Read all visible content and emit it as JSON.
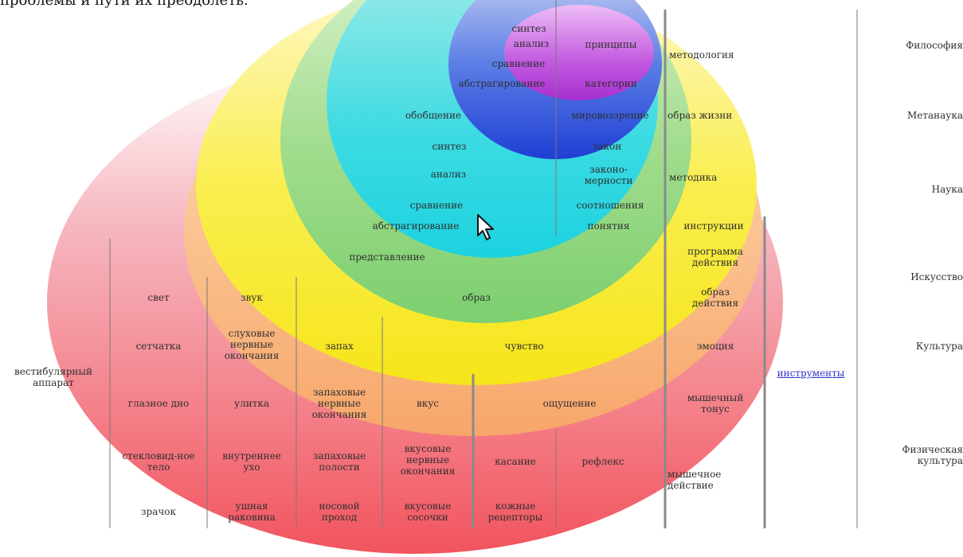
{
  "top_text": "проблемы и пути их преодолеть.",
  "inner_left": [
    "синтез",
    "анализ",
    "сравнение",
    "абстрагирование"
  ],
  "inner_right": [
    "принципы",
    "категории"
  ],
  "mid_left": [
    "обобщение",
    "синтез",
    "анализ",
    "сравнение",
    "абстрагирование"
  ],
  "mid_right": [
    "мировоззрение",
    "закон",
    "законо-\nмерности",
    "соотношения",
    "понятия"
  ],
  "representation": "представление",
  "image": "образ",
  "feeling": "чувство",
  "sensation": "ощущение",
  "reflex": "рефлекс",
  "touch": "касание",
  "right_col1": [
    "методология",
    "образ жизни",
    "методика",
    "инструкции",
    "программа\nдействия",
    "образ\nдействия",
    "эмоция",
    "мышечный\nтонус",
    "мышечное\nдействие"
  ],
  "levels": [
    "Философия",
    "Метанаука",
    "Наука",
    "Искусство",
    "Культура",
    "Физическая\nкультура"
  ],
  "tools_link": "инструменты",
  "vestibular": "вестибулярный\nаппарат",
  "sight": [
    "свет",
    "сетчатка",
    "глазное дно",
    "стекловид-ное\nтело",
    "зрачок"
  ],
  "hearing": [
    "звук",
    "слуховые\nнервные\nокончания",
    "улитка",
    "внутреннее\nухо",
    "ушная\nраковина"
  ],
  "smell": [
    "запах",
    "запаховые\nнервные\nокончания",
    "запаховые\nполости",
    "носовой\nпроход"
  ],
  "taste": [
    "вкус",
    "вкусовые\nнервные\nокончания",
    "вкусовые\nсосочки"
  ],
  "skin": "кожные\nрецепторы",
  "colors": {
    "red": "#f2545e",
    "orange": "#f7a66a",
    "yellow": "#f6ea1a",
    "green": "#7ccf6e",
    "cyan": "#26d6e0",
    "blue": "#2f54d8",
    "purple": "#b53fd6",
    "link": "#3333cc"
  },
  "icons": {
    "cursor": "mouse-pointer-icon"
  }
}
